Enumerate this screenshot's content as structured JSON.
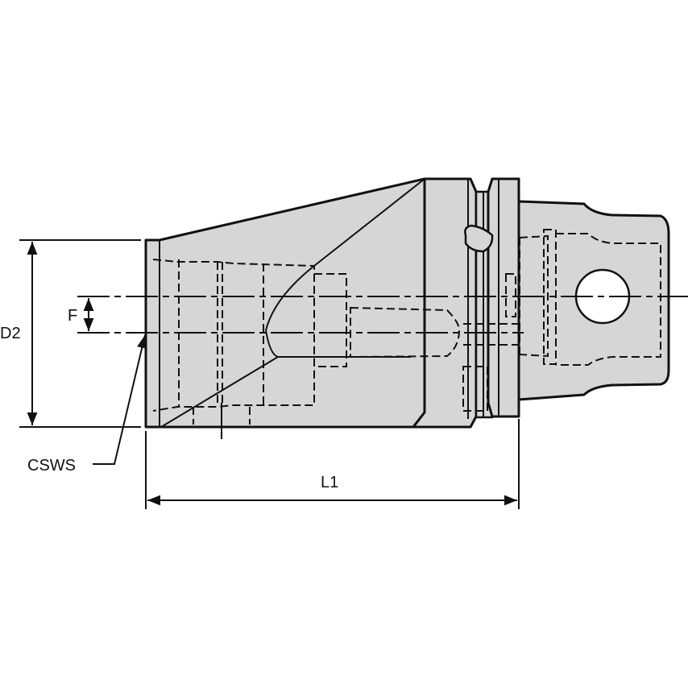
{
  "drawing": {
    "type": "technical-drawing",
    "subject": "tool holder side view",
    "colors": {
      "body_fill": "#d6d6d6",
      "line": "#111111",
      "background": "#ffffff",
      "bore": "#ffffff"
    }
  },
  "labels": {
    "d2": "D2",
    "f": "F",
    "csws": "CSWS",
    "l1": "L1"
  }
}
